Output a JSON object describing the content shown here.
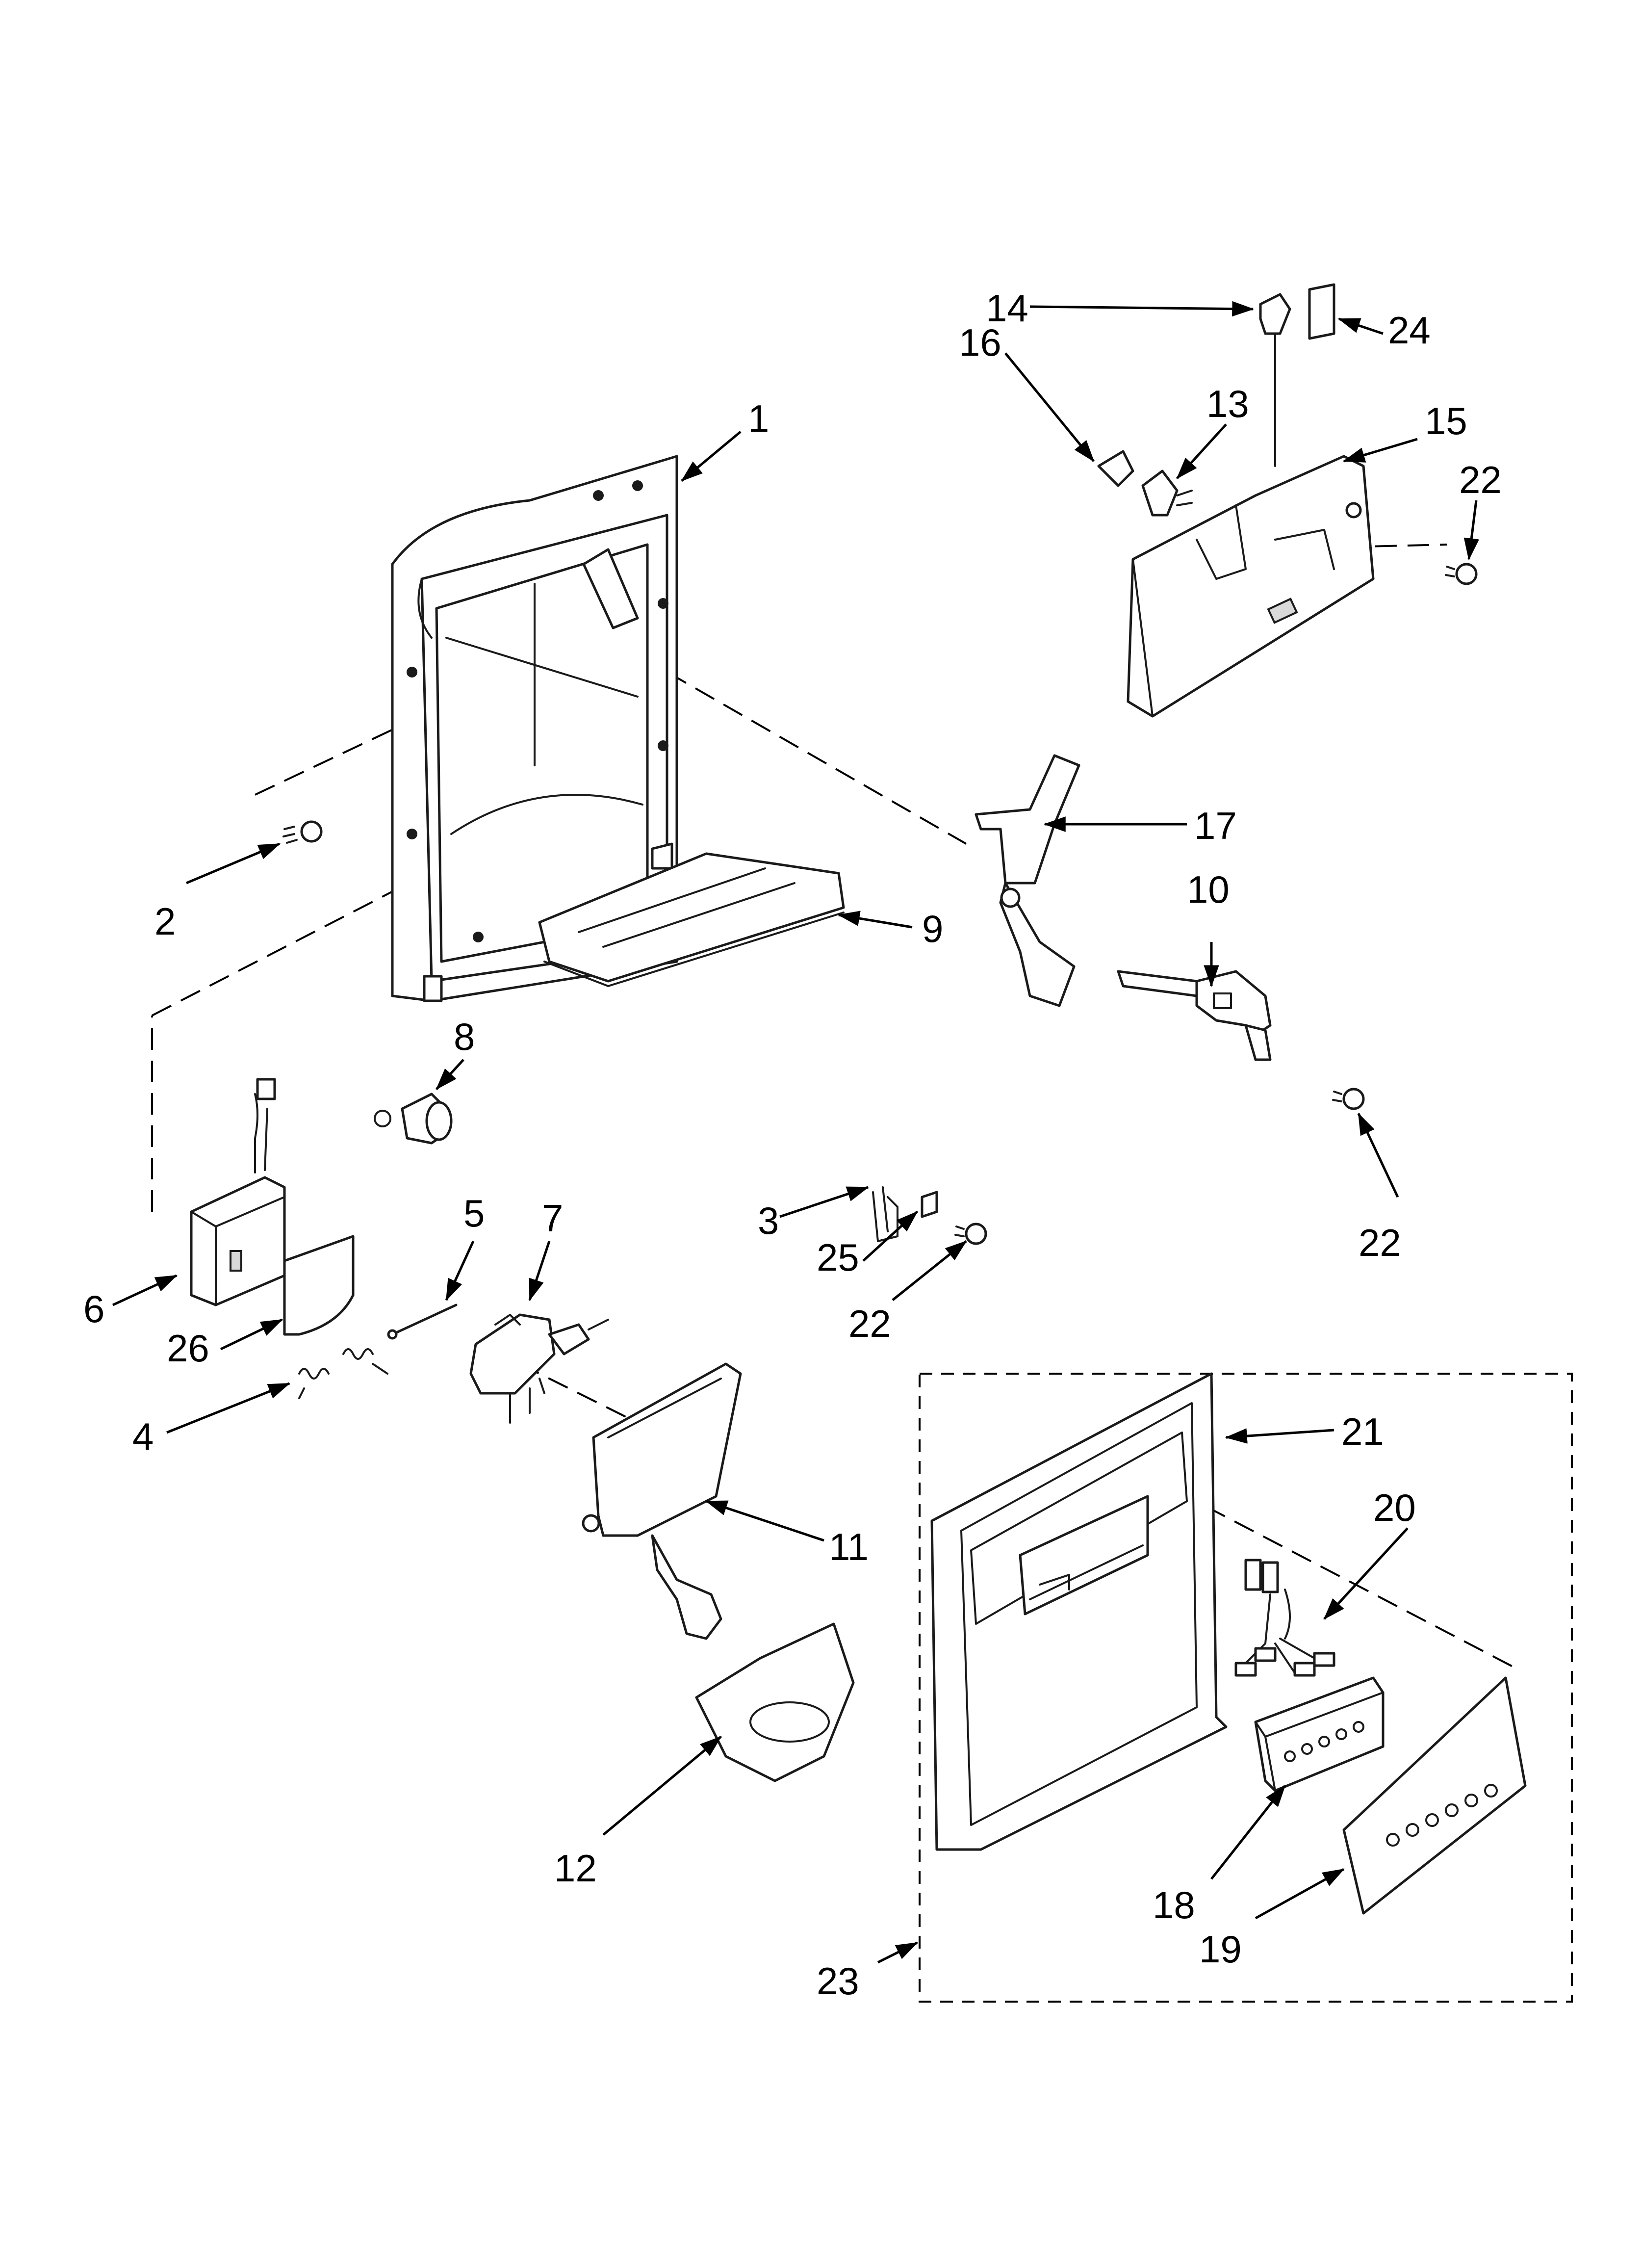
{
  "callouts": [
    {
      "label": "1"
    },
    {
      "label": "2"
    },
    {
      "label": "3"
    },
    {
      "label": "4"
    },
    {
      "label": "5"
    },
    {
      "label": "6"
    },
    {
      "label": "7"
    },
    {
      "label": "8"
    },
    {
      "label": "9"
    },
    {
      "label": "10"
    },
    {
      "label": "11"
    },
    {
      "label": "12"
    },
    {
      "label": "13"
    },
    {
      "label": "14"
    },
    {
      "label": "15"
    },
    {
      "label": "16"
    },
    {
      "label": "17"
    },
    {
      "label": "18"
    },
    {
      "label": "19"
    },
    {
      "label": "20"
    },
    {
      "label": "21"
    },
    {
      "label": "22"
    },
    {
      "label": "22"
    },
    {
      "label": "22"
    },
    {
      "label": "23"
    },
    {
      "label": "24"
    },
    {
      "label": "25"
    },
    {
      "label": "26"
    }
  ],
  "colors": {
    "line": "#1a1a1a",
    "background": "#ffffff"
  }
}
